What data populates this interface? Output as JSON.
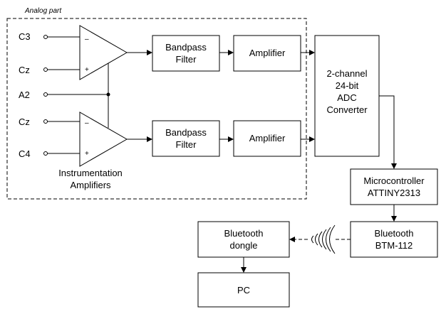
{
  "analog_label": "Analog part",
  "inputs": {
    "c3": "C3",
    "cz_top": "Cz",
    "a2": "A2",
    "cz_bottom": "Cz",
    "c4": "C4"
  },
  "opamp_signs": {
    "minus": "–",
    "plus": "+"
  },
  "amp_caption": {
    "line1": "Instrumentation",
    "line2": "Amplifiers"
  },
  "bandpass_top": {
    "line1": "Bandpass",
    "line2": "Filter"
  },
  "bandpass_bottom": {
    "line1": "Bandpass",
    "line2": "Filter"
  },
  "amplifier_top": "Amplifier",
  "amplifier_bottom": "Amplifier",
  "adc": {
    "line1": "2-channel",
    "line2": "24-bit",
    "line3": "ADC",
    "line4": "Converter"
  },
  "mcu": {
    "line1": "Microcontroller",
    "line2": "ATTINY2313"
  },
  "bt_module": {
    "line1": "Bluetooth",
    "line2": "BTM-112"
  },
  "bt_dongle": {
    "line1": "Bluetooth",
    "line2": "dongle"
  },
  "pc": "PC"
}
